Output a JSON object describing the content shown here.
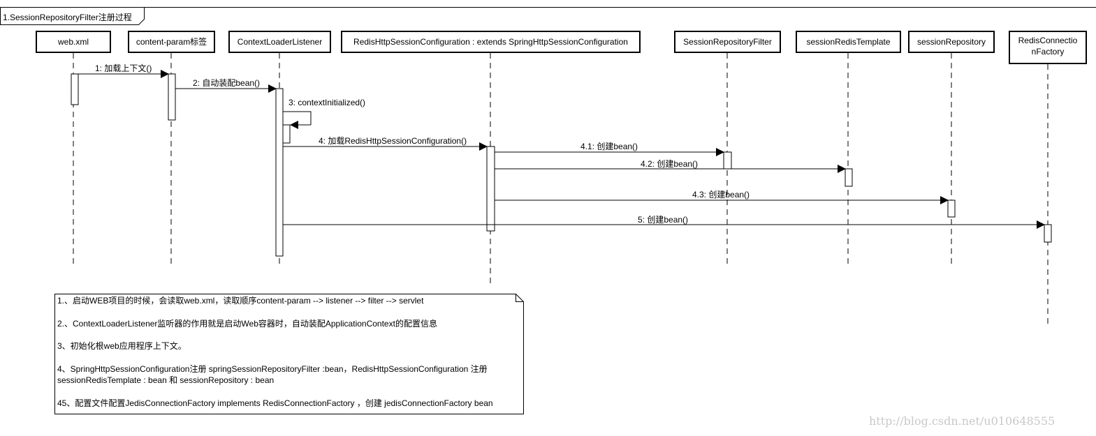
{
  "frame": {
    "title": "1.SessionRepositoryFilter注册过程"
  },
  "lifelines": [
    {
      "id": "web-xml",
      "label": "web.xml"
    },
    {
      "id": "content-param",
      "label": "content-param标签"
    },
    {
      "id": "context-loader-listener",
      "label": "ContextLoaderListener"
    },
    {
      "id": "redis-config",
      "label": "RedisHttpSessionConfiguration : extends SpringHttpSessionConfiguration"
    },
    {
      "id": "session-repository-filter",
      "label": "SessionRepositoryFilter"
    },
    {
      "id": "session-redis-template",
      "label": "sessionRedisTemplate"
    },
    {
      "id": "session-repository",
      "label": "sessionRepository"
    },
    {
      "id": "redis-connection-factory",
      "label_line1": "RedisConnectio",
      "label_line2": "nFactory"
    }
  ],
  "messages": [
    {
      "from": "web-xml",
      "to": "content-param",
      "label": "1: 加载上下文()"
    },
    {
      "from": "content-param",
      "to": "context-loader-listener",
      "label": "2: 自动装配bean()"
    },
    {
      "from": "context-loader-listener",
      "to": "context-loader-listener",
      "label": "3: contextInitialized()"
    },
    {
      "from": "context-loader-listener",
      "to": "redis-config",
      "label": "4: 加载RedisHttpSessionConfiguration()"
    },
    {
      "from": "redis-config",
      "to": "session-repository-filter",
      "label": "4.1: 创建bean()"
    },
    {
      "from": "redis-config",
      "to": "session-redis-template",
      "label": "4.2: 创建bean()"
    },
    {
      "from": "redis-config",
      "to": "session-repository",
      "label": "4.3: 创建bean()"
    },
    {
      "from": "context-loader-listener",
      "to": "redis-connection-factory",
      "label": "5: 创建bean()"
    }
  ],
  "note": {
    "lines": [
      "1.、启动WEB项目的时候，会读取web.xml，读取顺序content-param --> listener --> filter --> servlet",
      "2.、ContextLoaderListener监听器的作用就是启动Web容器时，自动装配ApplicationContext的配置信息",
      "3、初始化根web应用程序上下文。",
      "4、SpringHttpSessionConfiguration注册 springSessionRepositoryFilter :bean，RedisHttpSessionConfiguration 注册",
      "sessionRedisTemplate : bean  和 sessionRepository : bean",
      "45、配置文件配置JedisConnectionFactory implements RedisConnectionFactory ，创建 jedisConnectionFactory bean"
    ]
  },
  "watermark": "http://blog.csdn.net/u010648555"
}
